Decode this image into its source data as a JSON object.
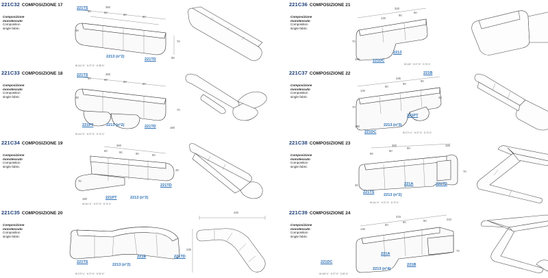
{
  "description": {
    "italian_1": "Composizione",
    "italian_2": "monotessuto",
    "english_1": "Composition",
    "english_2": "single fabric"
  },
  "panels": [
    {
      "code": "221C32",
      "name": "COMPOSIZIONE 17",
      "dims": [
        "360",
        "90",
        "90",
        "90",
        "90",
        "48",
        "70",
        "98"
      ],
      "labels": [
        "221TS",
        "2213 (n°2)",
        "221TD"
      ],
      "weight_note": "W 141 ⅝\" · H 27 ½\" · D 38 ⅝\""
    },
    {
      "code": "221C33",
      "name": "COMPOSIZIONE 18",
      "dims": [
        "360",
        "90",
        "90",
        "90",
        "90",
        "48",
        "70",
        "180"
      ],
      "labels": [
        "221TS",
        "221PT",
        "2213 (n°2)",
        "221TD"
      ],
      "weight_note": "W 141 ⅝\" · H 27 ½\" · D 70 ⅞\""
    },
    {
      "code": "221C34",
      "name": "COMPOSIZIONE 19",
      "dims": [
        "360",
        "90",
        "90",
        "90",
        "90",
        "48",
        "70",
        "180"
      ],
      "labels": [
        "221PT",
        "2213 (n°2)",
        "221TD"
      ],
      "weight_note": "W 141 ⅝\" · H 27 ½\" · D 70 ⅞\""
    },
    {
      "code": "221C35",
      "name": "COMPOSIZIONE 20",
      "dims": [
        "440",
        "235"
      ],
      "labels": [
        "221TS",
        "2213 (n°2)",
        "221E",
        "221TD"
      ],
      "weight_note": "W 173 ¼\" · H 27 ½\" · D 92 ½\""
    },
    {
      "code": "221C36",
      "name": "COMPOSIZIONE 21",
      "dims": [
        "320",
        "140",
        "90",
        "90",
        "70",
        "180"
      ],
      "labels": [
        "2213",
        "221DC"
      ],
      "weight_note": "W 126\" · H 27 ½\" · D 70 ⅞\""
    },
    {
      "code": "221C37",
      "name": "COMPOSIZIONE 22",
      "dims": [
        "435",
        "140",
        "90",
        "90",
        "90",
        "48",
        "70",
        "180"
      ],
      "labels": [
        "221B",
        "221PT",
        "2213 (n°3)",
        "221DC"
      ],
      "weight_note": "W 171 ¼\" · H 27 ½\" · D 70 ⅞\""
    },
    {
      "code": "221C38",
      "name": "COMPOSIZIONE 23",
      "dims": [
        "360",
        "90",
        "90",
        "90",
        "180",
        "48",
        "70"
      ],
      "labels": [
        "221TS",
        "221A",
        "2213 (n°2)",
        "221TD"
      ],
      "weight_note": "W 141 ⅝\" · H 27 ½\" · D 70 ⅞\""
    },
    {
      "code": "221C39",
      "name": "COMPOSIZIONE 24",
      "dims": [
        "415",
        "140",
        "90",
        "90",
        "90",
        "210",
        "70"
      ],
      "labels": [
        "221DC",
        "221A",
        "2213 (n°4)",
        "221B"
      ],
      "weight_note": "W 163 ⅜\" · H 27 ½\" · D 82 ⅝\""
    }
  ]
}
